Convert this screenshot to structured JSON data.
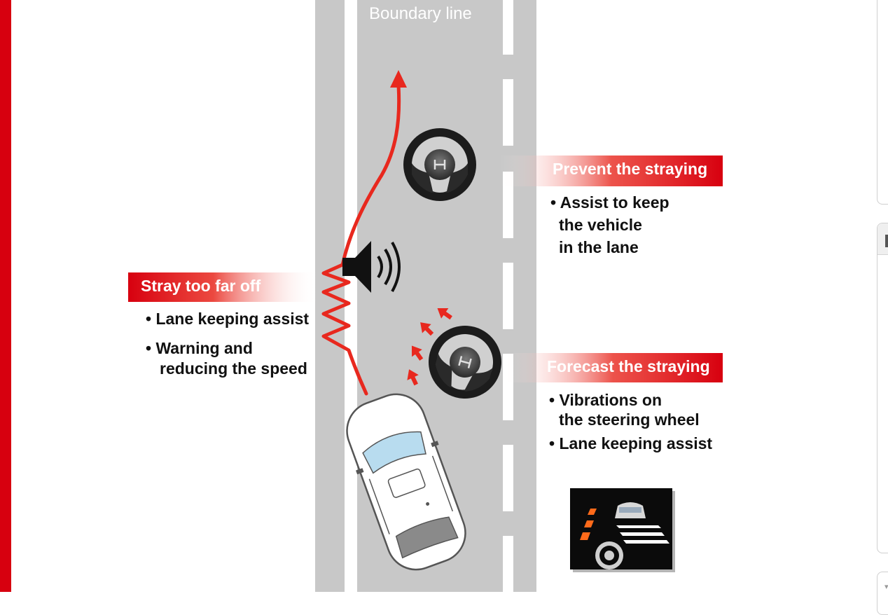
{
  "boundary_label": "Boundary line",
  "callouts": {
    "prevent": {
      "title": "Prevent the straying",
      "bullet_1": "Assist to keep",
      "bullet_1_cont_1": "the vehicle",
      "bullet_1_cont_2": "in the lane"
    },
    "stray": {
      "title": "Stray too far off",
      "bullet_1": "Lane keeping assist",
      "bullet_2": "Warning and",
      "bullet_2_cont": "reducing the speed"
    },
    "forecast": {
      "title": "Forecast the straying",
      "bullet_1": "Vibrations on",
      "bullet_1_cont": "the steering wheel",
      "bullet_2": "Lane keeping assist"
    }
  },
  "icons": {
    "steering_wheel_top": "steering-wheel-icon",
    "steering_wheel_bottom": "steering-wheel-icon",
    "speaker": "speaker-icon",
    "car": "car-icon",
    "dashboard_display": "dashboard-display-icon"
  },
  "colors": {
    "accent_red": "#d7000f",
    "trajectory_red": "#e8281e",
    "road_gray": "#c8c8c8",
    "lane_white": "#ffffff",
    "display_bg": "#0b0b0b",
    "display_orange": "#ff6a1a"
  }
}
